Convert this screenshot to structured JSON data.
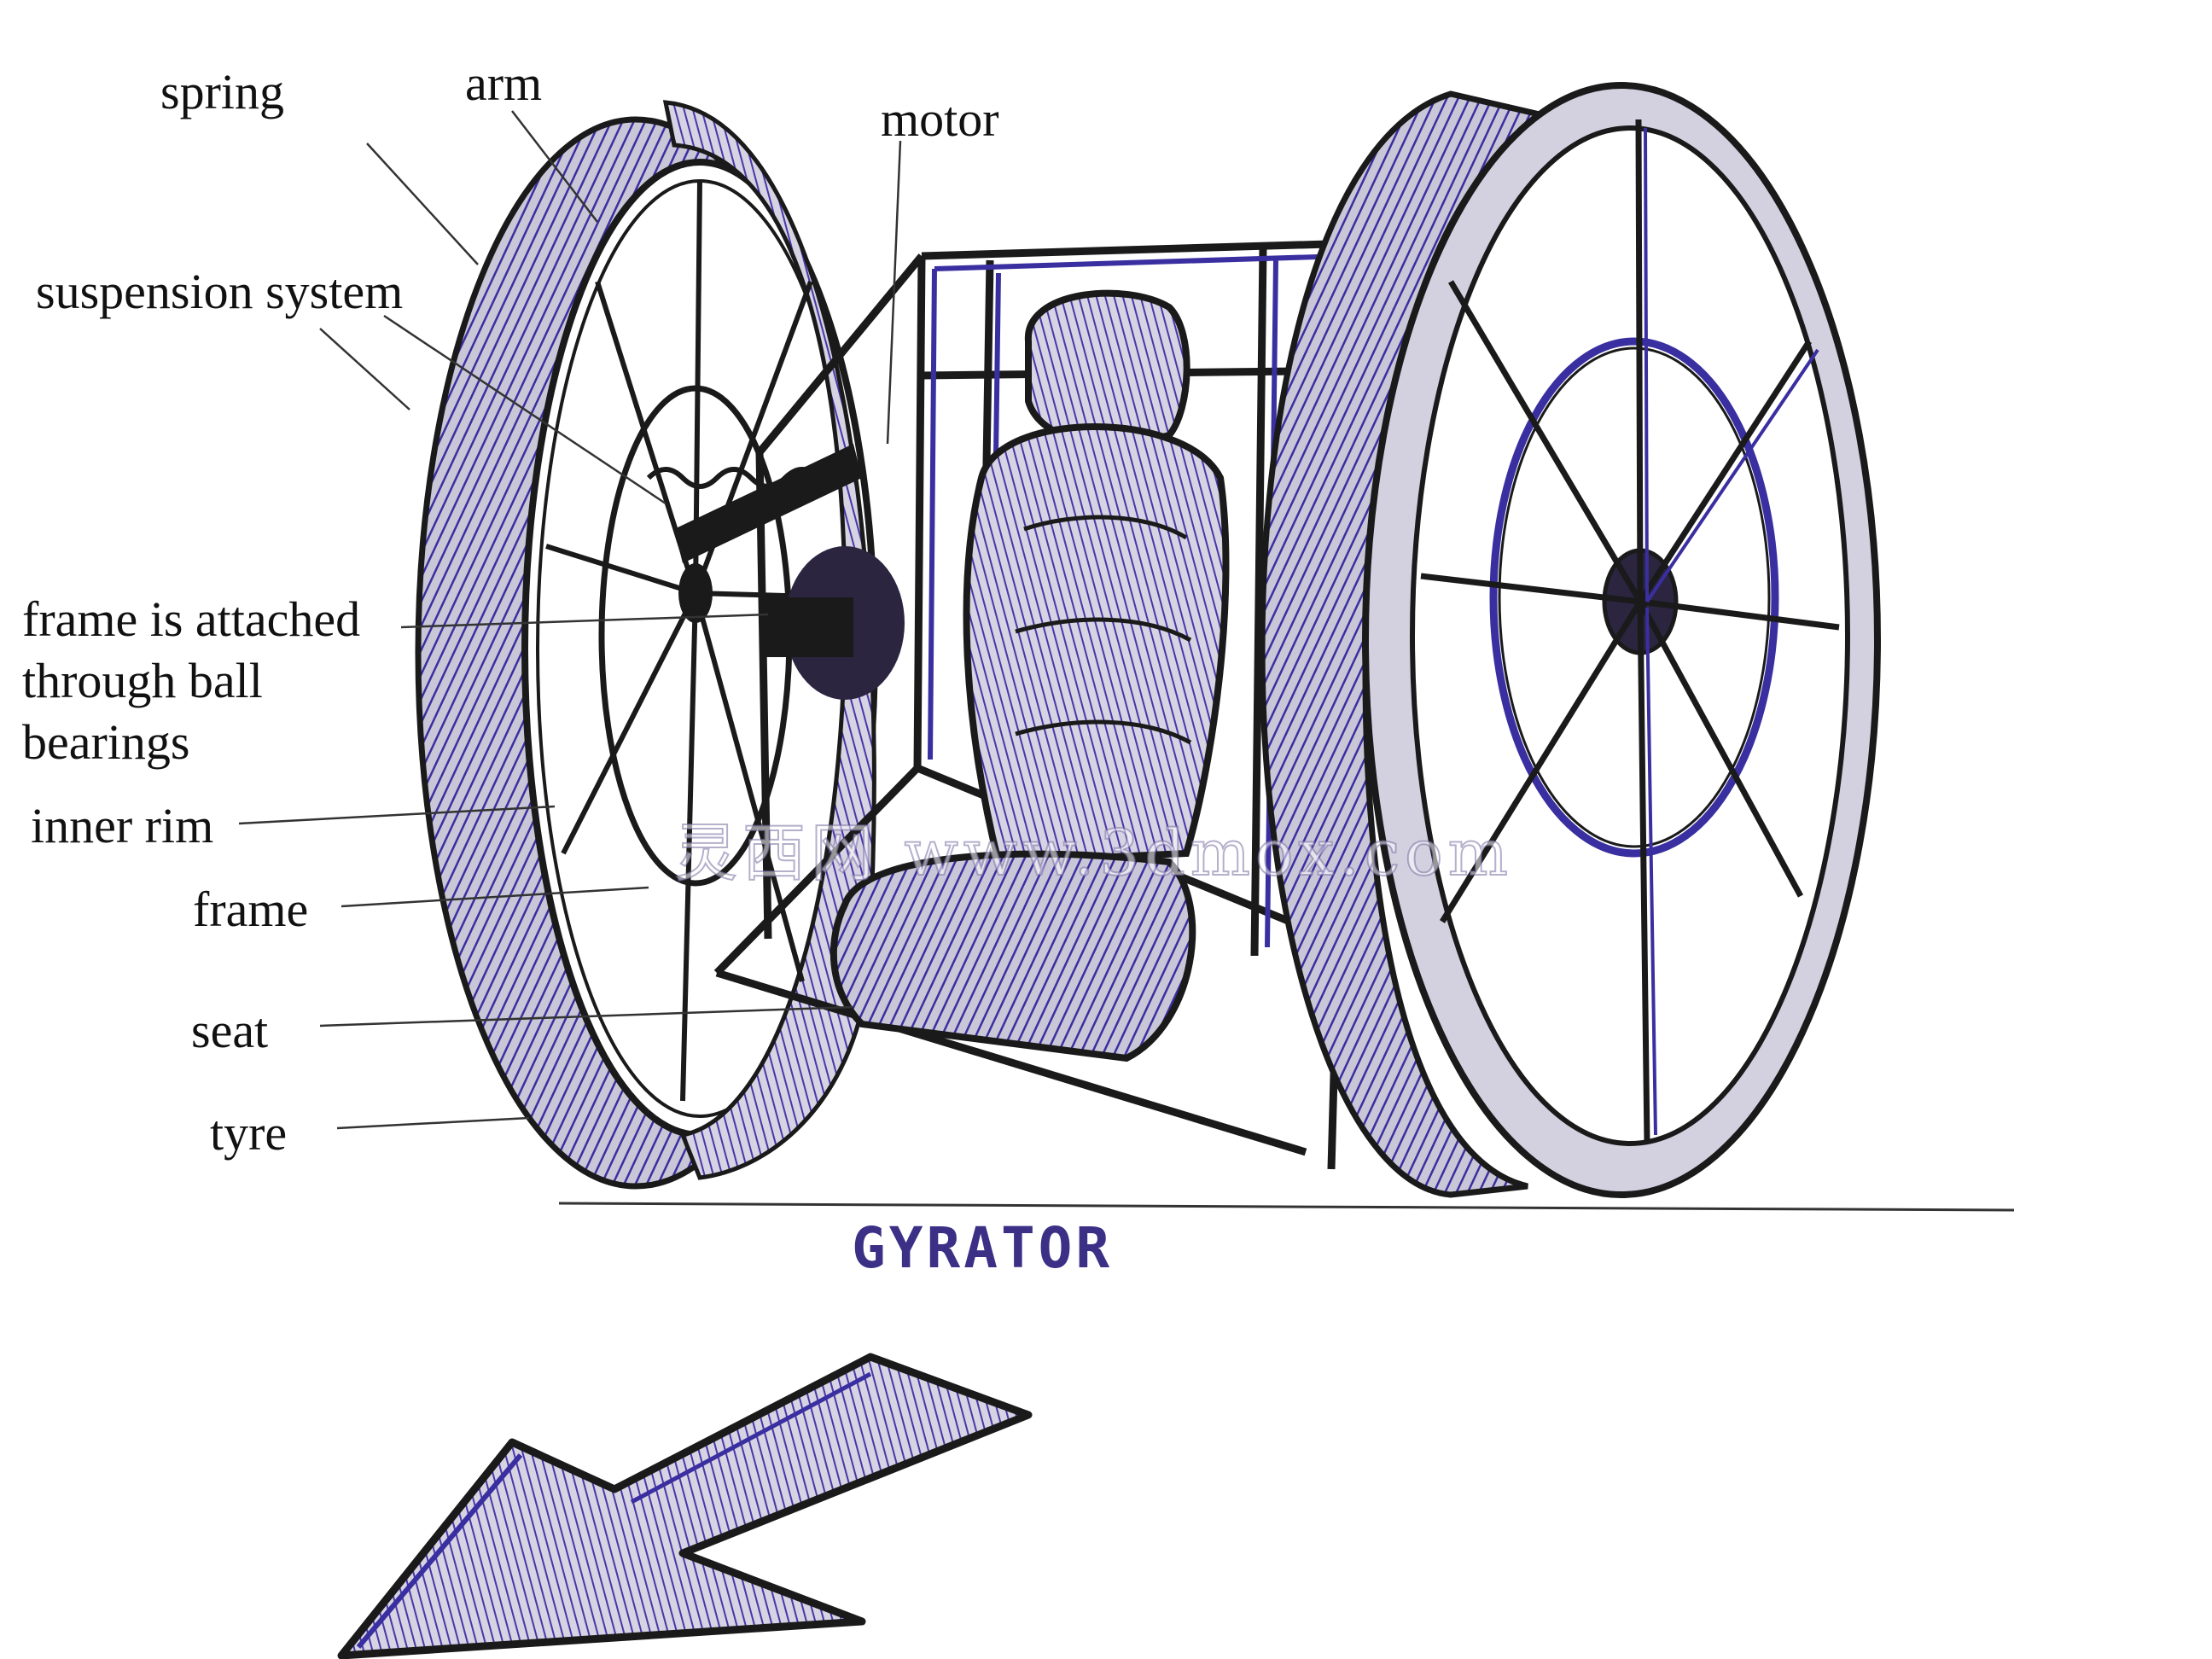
{
  "labels": {
    "spring": "spring",
    "arm": "arm",
    "motor": "motor",
    "suspension_system": "suspension system",
    "frame_attached": "frame is attached through ball bearings",
    "inner_rim": "inner rim",
    "frame": "frame",
    "seat": "seat",
    "tyre": "tyre"
  },
  "caption": "GYRATOR",
  "watermark": "灵西网 www.3dmox.com",
  "colors": {
    "ink": "#1a1a1a",
    "pen_blue": "#3a2fa0",
    "pen_purple": "#5a3a9a",
    "tyre_grey": "#b9b6c8",
    "paper": "#ffffff"
  }
}
